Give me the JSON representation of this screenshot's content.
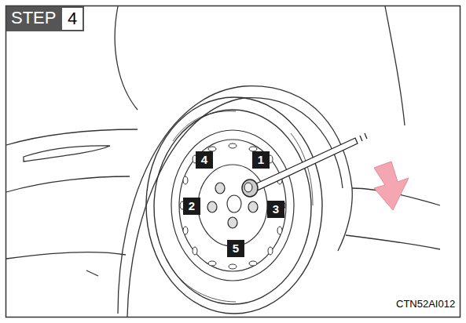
{
  "diagram": {
    "labels": [
      "STEP",
      "4",
      "1",
      "4",
      "2",
      "3",
      "5",
      "CTN52AI012"
    ]
  }
}
